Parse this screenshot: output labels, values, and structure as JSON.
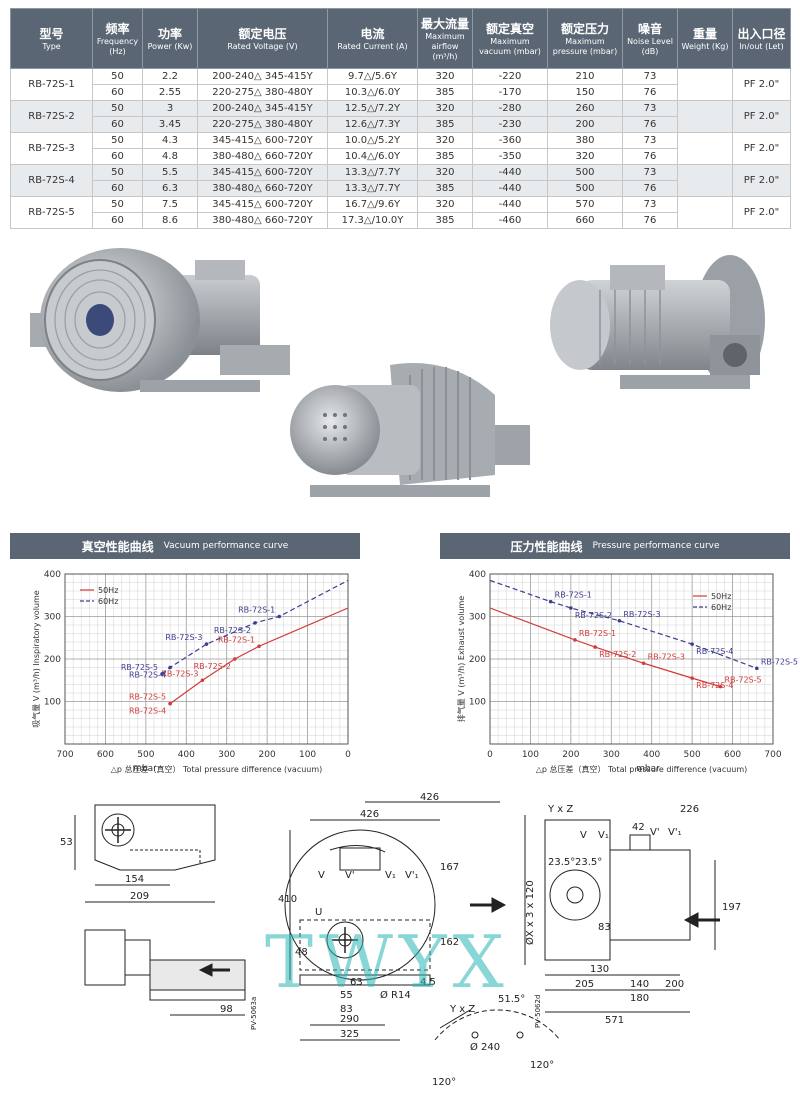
{
  "table": {
    "headers": [
      {
        "zh": "型号",
        "en": "Type"
      },
      {
        "zh": "频率",
        "en": "Frequency (Hz)"
      },
      {
        "zh": "功率",
        "en": "Power (Kw)"
      },
      {
        "zh": "额定电压",
        "en": "Rated Voltage (V)"
      },
      {
        "zh": "电流",
        "en": "Rated Current (A)"
      },
      {
        "zh": "最大流量",
        "en": "Maximum airflow (m³/h)"
      },
      {
        "zh": "额定真空",
        "en": "Maximum vacuum (mbar)"
      },
      {
        "zh": "额定压力",
        "en": "Maximum pressure (mbar)"
      },
      {
        "zh": "噪音",
        "en": "Noise Level (dB)"
      },
      {
        "zh": "重量",
        "en": "Weight (Kg)"
      },
      {
        "zh": "出入口径",
        "en": "In/out (Let)"
      }
    ],
    "groups": [
      {
        "type": "RB-72S-1",
        "outlet": "PF 2.0\"",
        "rows": [
          [
            "50",
            "2.2",
            "200-240△ 345-415Y",
            "9.7△/5.6Y",
            "320",
            "-220",
            "210",
            "73"
          ],
          [
            "60",
            "2.55",
            "220-275△ 380-480Y",
            "10.3△/6.0Y",
            "385",
            "-170",
            "150",
            "76"
          ]
        ]
      },
      {
        "type": "RB-72S-2",
        "outlet": "PF 2.0\"",
        "rows": [
          [
            "50",
            "3",
            "200-240△ 345-415Y",
            "12.5△/7.2Y",
            "320",
            "-280",
            "260",
            "73"
          ],
          [
            "60",
            "3.45",
            "220-275△ 380-480Y",
            "12.6△/7.3Y",
            "385",
            "-230",
            "200",
            "76"
          ]
        ]
      },
      {
        "type": "RB-72S-3",
        "outlet": "PF 2.0\"",
        "rows": [
          [
            "50",
            "4.3",
            "345-415△ 600-720Y",
            "10.0△/5.2Y",
            "320",
            "-360",
            "380",
            "73"
          ],
          [
            "60",
            "4.8",
            "380-480△ 660-720Y",
            "10.4△/6.0Y",
            "385",
            "-350",
            "320",
            "76"
          ]
        ]
      },
      {
        "type": "RB-72S-4",
        "outlet": "PF 2.0\"",
        "rows": [
          [
            "50",
            "5.5",
            "345-415△ 600-720Y",
            "13.3△/7.7Y",
            "320",
            "-440",
            "500",
            "73"
          ],
          [
            "60",
            "6.3",
            "380-480△ 660-720Y",
            "13.3△/7.7Y",
            "385",
            "-440",
            "500",
            "76"
          ]
        ]
      },
      {
        "type": "RB-72S-5",
        "outlet": "PF 2.0\"",
        "rows": [
          [
            "50",
            "7.5",
            "345-415△ 600-720Y",
            "16.7△/9.6Y",
            "320",
            "-440",
            "570",
            "73"
          ],
          [
            "60",
            "8.6",
            "380-480△ 660-720Y",
            "17.3△/10.0Y",
            "385",
            "-460",
            "660",
            "76"
          ]
        ]
      }
    ]
  },
  "sections": {
    "vacuum": {
      "zh": "真空性能曲线",
      "en": "Vacuum performance curve"
    },
    "pressure": {
      "zh": "压力性能曲线",
      "en": "Pressure performance curve"
    }
  },
  "chart_data": [
    {
      "type": "line",
      "title": "真空性能曲线 Vacuum performance curve",
      "ylabel": "吸气量 V (m³/h) Inspiratory volume",
      "xlabel": "△p 总压差（真空） Total pressure difference (vacuum)",
      "xunit": "mbar",
      "xlim": [
        700,
        0
      ],
      "ylim": [
        0,
        400
      ],
      "xticks": [
        700,
        600,
        500,
        400,
        300,
        200,
        100,
        0
      ],
      "yticks": [
        100,
        200,
        300,
        400
      ],
      "legend": [
        "50Hz",
        "60Hz"
      ],
      "series": [
        {
          "name": "50Hz",
          "color": "#d13b3b",
          "dash": false,
          "x": [
            440,
            360,
            280,
            220,
            0
          ],
          "y": [
            95,
            150,
            200,
            230,
            320
          ],
          "points": [
            {
              "label": "RB-72S-5",
              "x": 440,
              "y": 95
            },
            {
              "label": "RB-72S-4",
              "x": 440,
              "y": 95
            },
            {
              "label": "RB-72S-3",
              "x": 360,
              "y": 150
            },
            {
              "label": "RB-72S-2",
              "x": 280,
              "y": 200
            },
            {
              "label": "RB-72S-1",
              "x": 220,
              "y": 230
            }
          ]
        },
        {
          "name": "60Hz",
          "color": "#3d3d8f",
          "dash": true,
          "x": [
            460,
            440,
            350,
            230,
            170,
            0
          ],
          "y": [
            165,
            180,
            235,
            285,
            300,
            385
          ],
          "points": [
            {
              "label": "RB-72S-5",
              "x": 460,
              "y": 165
            },
            {
              "label": "RB-72S-4",
              "x": 440,
              "y": 180
            },
            {
              "label": "RB-72S-3",
              "x": 350,
              "y": 235
            },
            {
              "label": "RB-72S-2",
              "x": 230,
              "y": 285
            },
            {
              "label": "RB-72S-1",
              "x": 170,
              "y": 300
            }
          ]
        }
      ]
    },
    {
      "type": "line",
      "title": "压力性能曲线 Pressure performance curve",
      "ylabel": "排气量 V (m³/h) Exhaust volume",
      "xlabel": "△p 总压差（真空） Total pressure difference (vacuum)",
      "xunit": "mbar",
      "xlim": [
        0,
        700
      ],
      "ylim": [
        0,
        400
      ],
      "xticks": [
        0,
        100,
        200,
        300,
        400,
        500,
        600,
        700
      ],
      "yticks": [
        100,
        200,
        300,
        400
      ],
      "legend": [
        "50Hz",
        "60Hz"
      ],
      "series": [
        {
          "name": "50Hz",
          "color": "#d13b3b",
          "dash": false,
          "x": [
            0,
            210,
            260,
            380,
            500,
            570
          ],
          "y": [
            320,
            245,
            228,
            190,
            155,
            135
          ],
          "points": [
            {
              "label": "RB-72S-1",
              "x": 210,
              "y": 245
            },
            {
              "label": "RB-72S-2",
              "x": 260,
              "y": 228
            },
            {
              "label": "RB-72S-3",
              "x": 380,
              "y": 190
            },
            {
              "label": "RB-72S-4",
              "x": 500,
              "y": 155
            },
            {
              "label": "RB-72S-5",
              "x": 570,
              "y": 135
            }
          ]
        },
        {
          "name": "60Hz",
          "color": "#3d3d8f",
          "dash": true,
          "x": [
            0,
            150,
            200,
            320,
            500,
            660
          ],
          "y": [
            385,
            335,
            320,
            290,
            235,
            178
          ],
          "points": [
            {
              "label": "RB-72S-1",
              "x": 150,
              "y": 335
            },
            {
              "label": "RB-72S-2",
              "x": 200,
              "y": 320
            },
            {
              "label": "RB-72S-3",
              "x": 320,
              "y": 290
            },
            {
              "label": "RB-72S-4",
              "x": 500,
              "y": 235
            },
            {
              "label": "RB-72S-5",
              "x": 660,
              "y": 178
            }
          ]
        }
      ]
    }
  ],
  "drawing": {
    "left_dims": [
      "53",
      "154",
      "209",
      "98"
    ],
    "side_code1": "PV-5063a",
    "center_dims": [
      "426",
      "426",
      "410",
      "167",
      "162",
      "4.5",
      "48",
      "63",
      "55",
      "83",
      "290",
      "325",
      "Ø R14",
      "U",
      "V",
      "V'",
      "V₁",
      "V'₁"
    ],
    "right_dims": [
      "Y x Z",
      "226",
      "42",
      "V",
      "V₁",
      "V'",
      "V'₁",
      "23.5°",
      "23.5°",
      "ØX x 3 x 120",
      "83",
      "197",
      "130",
      "205",
      "140",
      "200",
      "180",
      "571"
    ],
    "side_code2": "PV-5062d",
    "flange": [
      "Y x Z",
      "51.5°",
      "Ø 240",
      "120°",
      "120°"
    ],
    "watermark": "TWYX"
  }
}
